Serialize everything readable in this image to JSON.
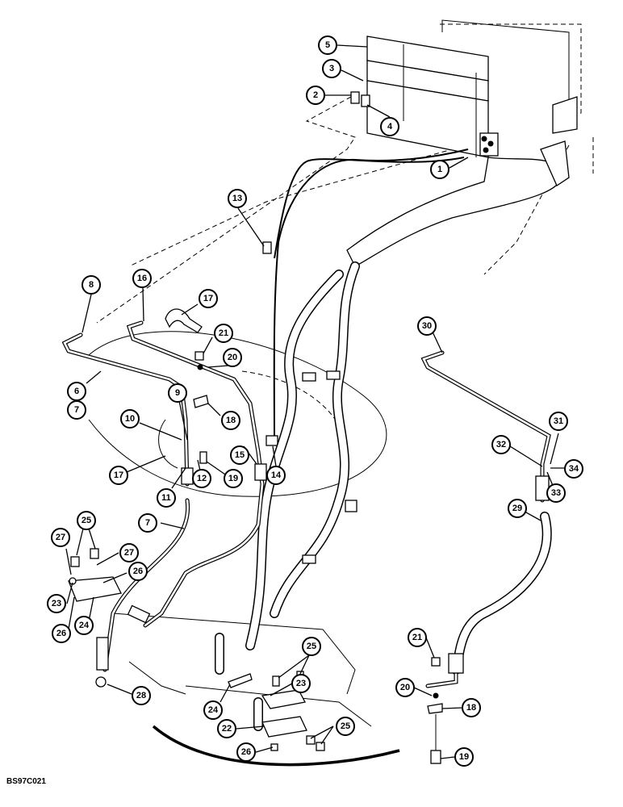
{
  "drawing_ref": "BS97C021",
  "callouts": [
    "1",
    "2",
    "3",
    "4",
    "5",
    "6",
    "7",
    "7",
    "8",
    "9",
    "10",
    "11",
    "12",
    "13",
    "14",
    "15",
    "16",
    "17",
    "17",
    "18",
    "18",
    "19",
    "19",
    "20",
    "20",
    "21",
    "21",
    "22",
    "23",
    "23",
    "24",
    "24",
    "25",
    "25",
    "25",
    "26",
    "26",
    "26",
    "27",
    "27",
    "28",
    "29",
    "30",
    "31",
    "32",
    "33",
    "34"
  ]
}
